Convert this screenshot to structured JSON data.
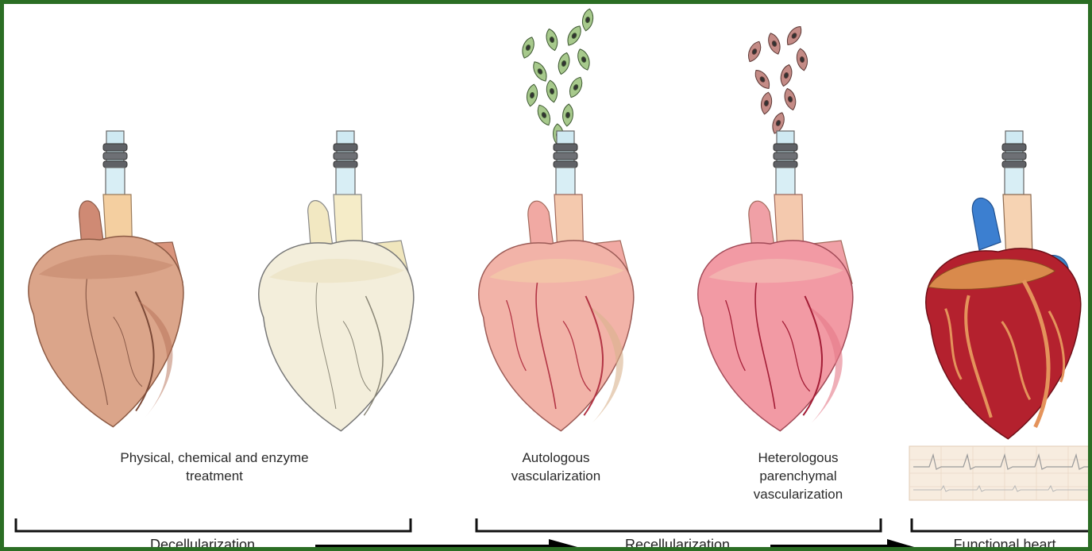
{
  "stages": [
    {
      "caption": "Physical, chemical and enzyme\ntreatment"
    },
    {
      "caption": "Autologous\nvascularization"
    },
    {
      "caption": "Heterologous\nparenchymal\nvascularization"
    }
  ],
  "phases": [
    {
      "label": "Decellularization"
    },
    {
      "label": "Recellularization"
    },
    {
      "label": "Functional heart"
    }
  ],
  "colors": {
    "frame": "#2b6e24",
    "native_heart": "#dba58a",
    "decellularized_scaffold": "#f3eedb",
    "recellularized_heart": "#f2b3a8",
    "parenchymal_heart": "#f29aa4",
    "functional_heart": "#b4212e",
    "autologous_cells": "#a7c98c",
    "heterologous_cells": "#c48b86",
    "arrow": "#000000"
  },
  "icons": [
    "heart-icon",
    "cannula-icon",
    "cell-icon",
    "ecg-strip-icon",
    "arrow-icon",
    "bracket-icon"
  ]
}
